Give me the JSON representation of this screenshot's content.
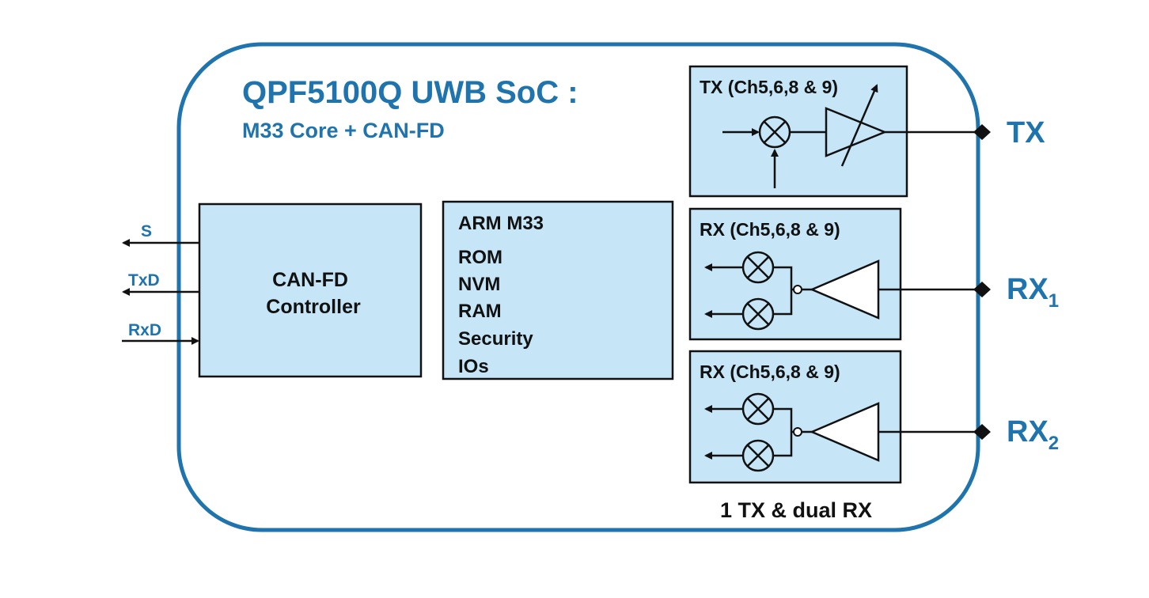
{
  "soc": {
    "title": "QPF5100Q UWB SoC :",
    "subtitle": "M33 Core + CAN-FD"
  },
  "can_block": {
    "line1": "CAN-FD",
    "line2": "Controller",
    "pins": {
      "s": "S",
      "txd": "TxD",
      "rxd": "RxD"
    }
  },
  "cpu_block": {
    "items": [
      "ARM M33",
      "ROM",
      "NVM",
      "RAM",
      "Security",
      "IOs"
    ]
  },
  "tx_block": {
    "label": "TX (Ch5,6,8 & 9)",
    "port": "TX"
  },
  "rx1_block": {
    "label": "RX (Ch5,6,8 & 9)",
    "port_main": "RX",
    "port_sub": "1"
  },
  "rx2_block": {
    "label": "RX (Ch5,6,8 & 9)",
    "port_main": "RX",
    "port_sub": "2"
  },
  "footer_note": "1 TX & dual RX",
  "colors": {
    "brand_blue": "#1f74ad",
    "block_fill": "#c6e6f8"
  }
}
